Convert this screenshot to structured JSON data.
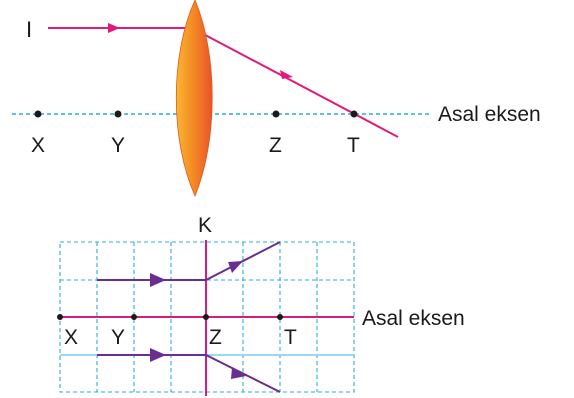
{
  "top_diagram": {
    "ray_label": "I",
    "axis_label": "Asal eksen",
    "points": [
      "X",
      "Y",
      "Z",
      "T"
    ]
  },
  "bottom_diagram": {
    "lens_label": "K",
    "axis_label": "Asal eksen",
    "points": [
      "X",
      "Y",
      "Z",
      "T"
    ]
  },
  "colors": {
    "ray_top": "#e0197a",
    "axis_dash": "#29abe2",
    "grid_dash": "#29abe2",
    "ray_bottom": "#6a2d91",
    "lens_and_axis_bottom": "#d81b7f",
    "lower_line": "#8fd3f0"
  }
}
